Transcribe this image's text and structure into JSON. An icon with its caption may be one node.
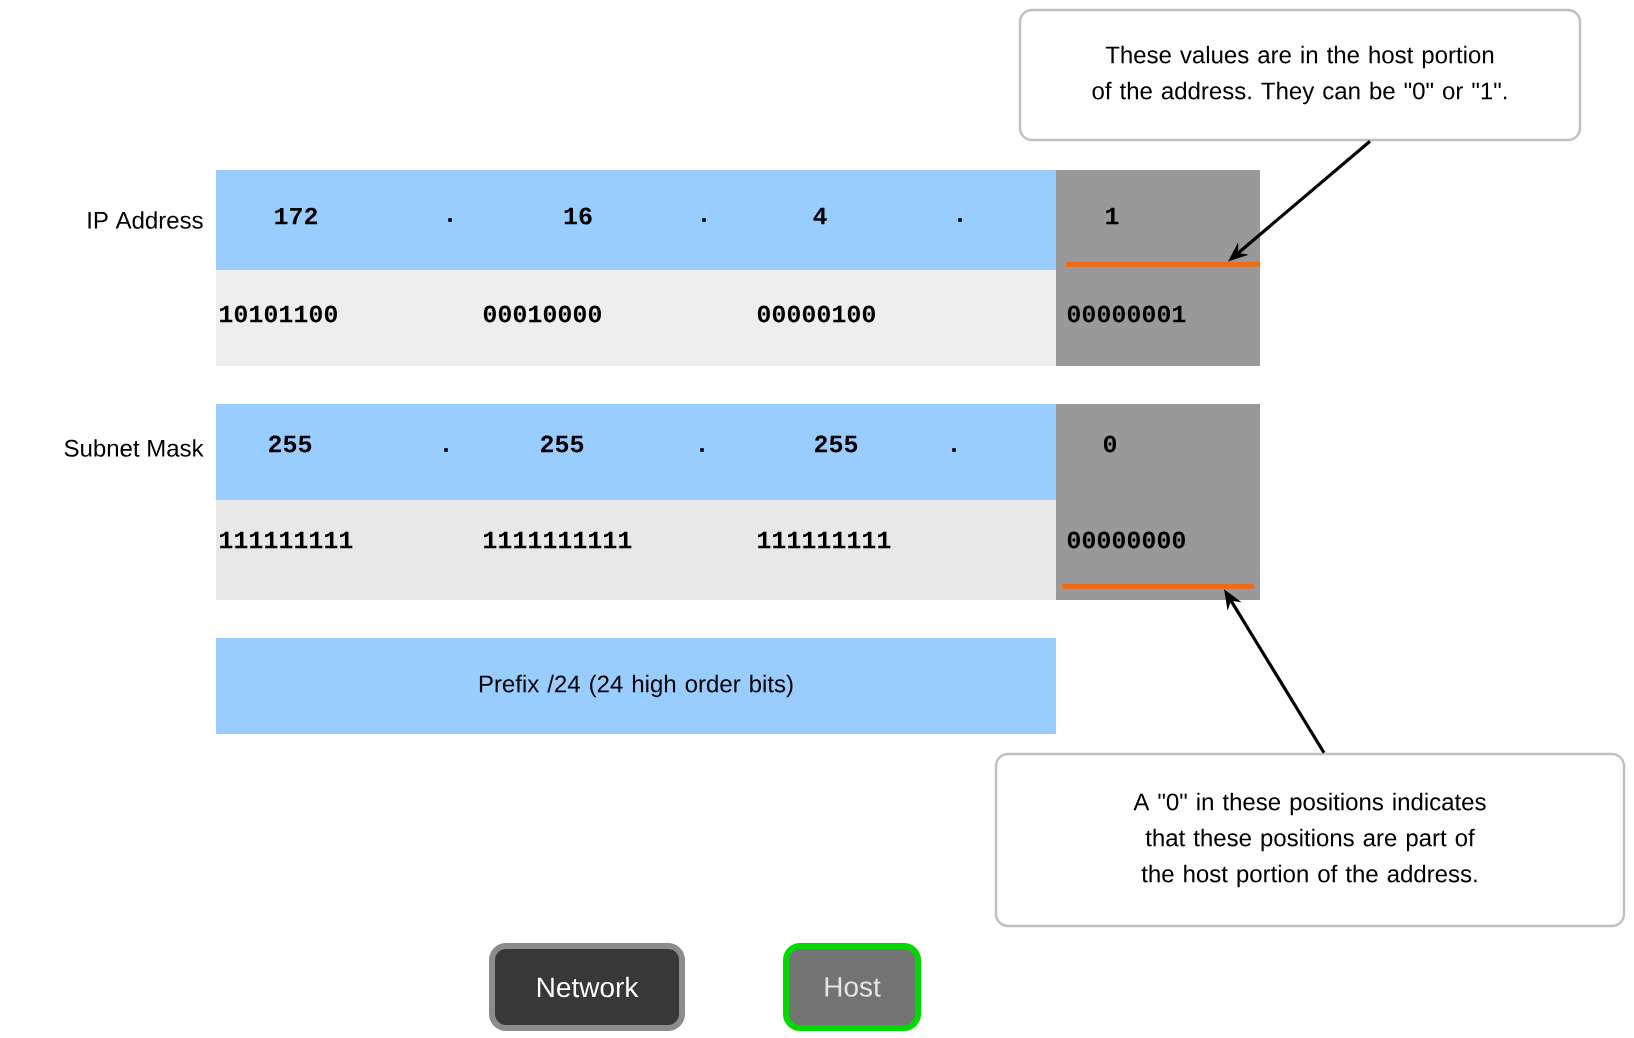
{
  "diagram": {
    "nodes": [
      {
        "text": [
          "These values are in the host portion of the address. They can be \"0\" or \"1\"."
        ]
      },
      {
        "text": [
          "A \"0\" in these positions indicates that these positions are part of the host portion of the address."
        ]
      },
      {
        "text": [
          "Prefix /24 (24 high order bits)"
        ]
      },
      {
        "text": [
          "Network"
        ]
      },
      {
        "text": [
          "Host"
        ]
      },
      {
        "text": [
          "172",
          ".",
          "16",
          ".",
          "4",
          "."
        ]
      },
      {
        "text": [
          "10101100",
          "00010000",
          "00000100"
        ]
      },
      {
        "text": [
          "1",
          "00000001"
        ]
      },
      {
        "text": [
          "255",
          ".",
          "255",
          ".",
          "255",
          "."
        ]
      },
      {
        "text": [
          "111111111",
          "1111111111",
          "111111111"
        ]
      },
      {
        "text": [
          "0",
          "00000000"
        ]
      },
      {
        "text": [],
        "shape": "line",
        "in": 7
      },
      {
        "text": [],
        "shape": "line",
        "in": 10
      }
    ],
    "edges": [
      {
        "from": 0,
        "to": 11,
        "arrow": "to"
      },
      {
        "from": 1,
        "to": 12,
        "arrow": "to"
      }
    ],
    "labels": [
      "IP Address",
      "Subnet Mask"
    ]
  }
}
